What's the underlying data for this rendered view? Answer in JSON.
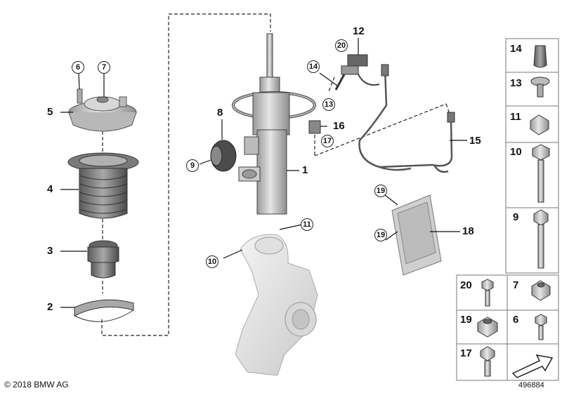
{
  "callouts": {
    "c1": "1",
    "c2": "2",
    "c3": "3",
    "c4": "4",
    "c5": "5",
    "c6": "6",
    "c7": "7",
    "c8": "8",
    "c9": "9",
    "c10": "10",
    "c11": "11",
    "c12": "12",
    "c13": "13",
    "c14": "14",
    "c15": "15",
    "c16": "16",
    "c17": "17",
    "c18": "18",
    "c19a": "19",
    "c19b": "19",
    "c20": "20"
  },
  "parts_panel": {
    "p14": "14",
    "p13": "13",
    "p11": "11",
    "p10": "10",
    "p9": "9",
    "p20": "20",
    "p7": "7",
    "p19": "19",
    "p6": "6",
    "p17": "17"
  },
  "footer": {
    "copyright": "© 2018 BMW AG",
    "diagram_id": "496884"
  }
}
